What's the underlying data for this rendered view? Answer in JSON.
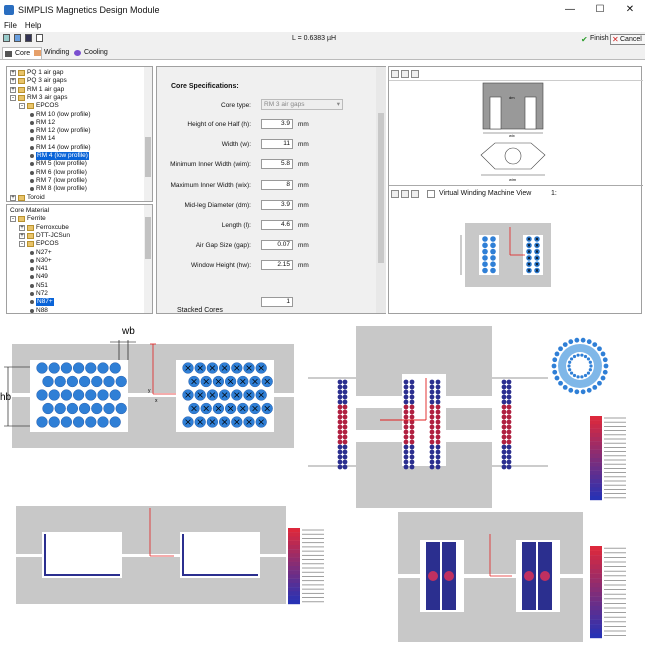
{
  "window": {
    "title": "SIMPLIS Magnetics Design Module",
    "minimize": "—",
    "maximize": "☐",
    "close": "✕"
  },
  "menu": [
    "File",
    "Help"
  ],
  "toolbar": {
    "inductance": "L = 0.6383 µH",
    "finish": "Finish",
    "cancel": "Cancel"
  },
  "tabs": [
    {
      "label": "Core"
    },
    {
      "label": "Winding"
    },
    {
      "label": "Cooling"
    }
  ],
  "core_tree": [
    {
      "label": "PQ 1 air gap",
      "level": 0,
      "kind": "folder",
      "exp": "+"
    },
    {
      "label": "PQ 3 air gaps",
      "level": 0,
      "kind": "folder",
      "exp": "+"
    },
    {
      "label": "RM 1 air gap",
      "level": 0,
      "kind": "folder",
      "exp": "+"
    },
    {
      "label": "RM 3 air gaps",
      "level": 0,
      "kind": "folder",
      "exp": "-"
    },
    {
      "label": "EPCOS",
      "level": 1,
      "kind": "folder",
      "exp": "-"
    },
    {
      "label": "RM 10 (low profile)",
      "level": 2,
      "kind": "leaf"
    },
    {
      "label": "RM 12",
      "level": 2,
      "kind": "leaf"
    },
    {
      "label": "RM 12 (low profile)",
      "level": 2,
      "kind": "leaf"
    },
    {
      "label": "RM 14",
      "level": 2,
      "kind": "leaf"
    },
    {
      "label": "RM 14 (low profile)",
      "level": 2,
      "kind": "leaf"
    },
    {
      "label": "RM 4 (low profile)",
      "level": 2,
      "kind": "leaf",
      "selected": true
    },
    {
      "label": "RM 5 (low profile)",
      "level": 2,
      "kind": "leaf"
    },
    {
      "label": "RM 6 (low profile)",
      "level": 2,
      "kind": "leaf"
    },
    {
      "label": "RM 7 (low profile)",
      "level": 2,
      "kind": "leaf"
    },
    {
      "label": "RM 8 (low profile)",
      "level": 2,
      "kind": "leaf"
    },
    {
      "label": "Toroid",
      "level": 0,
      "kind": "folder",
      "exp": "+"
    }
  ],
  "material_tree": [
    {
      "label": "Core Material",
      "level": 0,
      "kind": "none"
    },
    {
      "label": "Ferrite",
      "level": 0,
      "kind": "folder",
      "exp": "-"
    },
    {
      "label": "Ferroxcube",
      "level": 1,
      "kind": "folder",
      "exp": "+"
    },
    {
      "label": "DTT-JCSun",
      "level": 1,
      "kind": "folder",
      "exp": "+"
    },
    {
      "label": "EPCOS",
      "level": 1,
      "kind": "folder",
      "exp": "-"
    },
    {
      "label": "N27+",
      "level": 2,
      "kind": "leaf"
    },
    {
      "label": "N30+",
      "level": 2,
      "kind": "leaf"
    },
    {
      "label": "N41",
      "level": 2,
      "kind": "leaf"
    },
    {
      "label": "N49",
      "level": 2,
      "kind": "leaf"
    },
    {
      "label": "N51",
      "level": 2,
      "kind": "leaf"
    },
    {
      "label": "N72",
      "level": 2,
      "kind": "leaf"
    },
    {
      "label": "N87+",
      "level": 2,
      "kind": "leaf",
      "selected": true
    },
    {
      "label": "N88",
      "level": 2,
      "kind": "leaf"
    }
  ],
  "specs": {
    "heading": "Core Specifications:",
    "core_type_label": "Core type:",
    "core_type_value": "RM 3 air gaps",
    "fields": [
      {
        "label": "Height of one Half (h):",
        "value": "3.9",
        "unit": "mm"
      },
      {
        "label": "Width (w):",
        "value": "11",
        "unit": "mm"
      },
      {
        "label": "Minimum Inner Width (wim):",
        "value": "5.8",
        "unit": "mm"
      },
      {
        "label": "Maximum Inner Width (wix):",
        "value": "8",
        "unit": "mm"
      },
      {
        "label": "Mid-leg Diameter (dm):",
        "value": "3.9",
        "unit": "mm"
      },
      {
        "label": "Length (l):",
        "value": "4.6",
        "unit": "mm"
      },
      {
        "label": "Air Gap Size (gap):",
        "value": "0.07",
        "unit": "mm"
      },
      {
        "label": "Window Height (hw):",
        "value": "2.15",
        "unit": "mm"
      }
    ],
    "stacked_label": "Stacked Cores",
    "stacked_value": "1"
  },
  "viewer": {
    "vwm_label": "Virtual Winding Machine View",
    "vwm_index": "1:"
  },
  "diagram_labels": {
    "wb": "wb",
    "hb": "hb",
    "x": "x",
    "y": "y",
    "dm": "dm",
    "wix": "wix",
    "wim": "wim"
  },
  "colors": {
    "core": "#c8c8c8",
    "conductor": "#2f7fd6",
    "accent": "#e02020",
    "navy": "#2b2f8f"
  }
}
